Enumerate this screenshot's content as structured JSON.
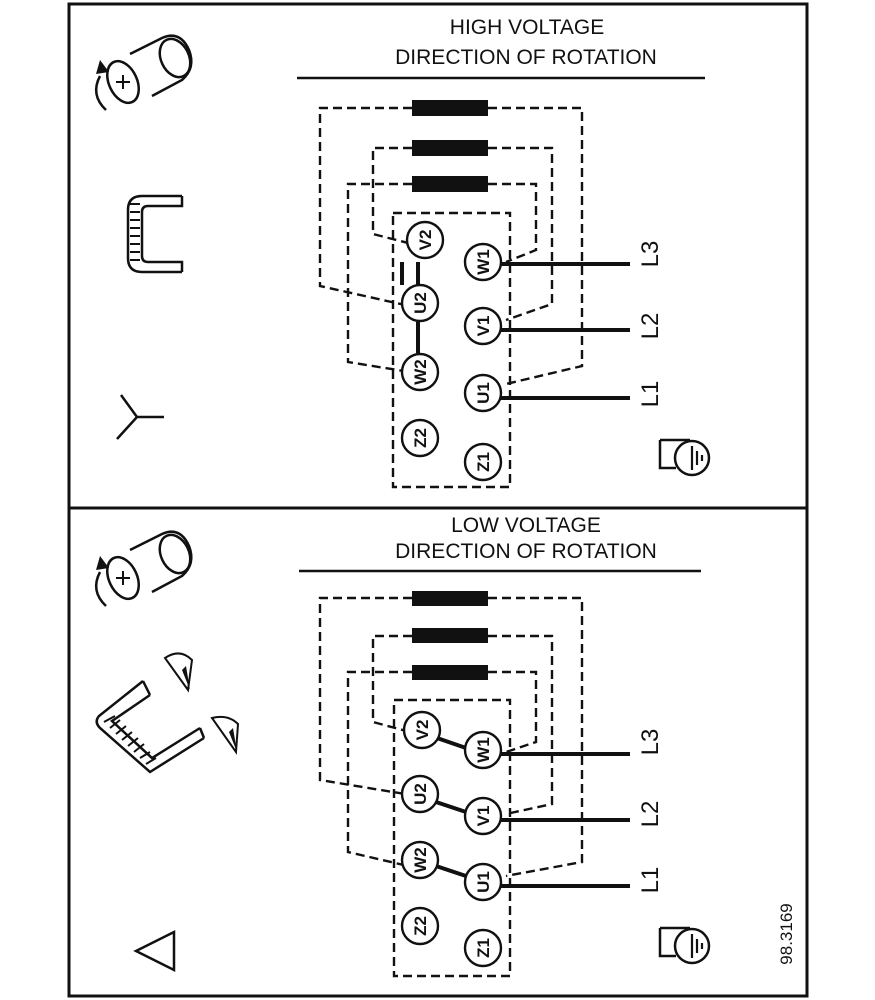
{
  "panels": [
    {
      "title_line1": "HIGH VOLTAGE",
      "title_line2": "DIRECTION OF ROTATION",
      "connection_symbol": "star",
      "terminals": {
        "v2": "V2",
        "u2": "U2",
        "w2": "W2",
        "z2": "Z2",
        "w1": "W1",
        "v1": "V1",
        "u1": "U1",
        "z1": "Z1"
      },
      "lines": {
        "l3": "L3",
        "l2": "L2",
        "l1": "L1"
      }
    },
    {
      "title_line1": "LOW VOLTAGE",
      "title_line2": "DIRECTION OF ROTATION",
      "connection_symbol": "delta",
      "terminals": {
        "v2": "V2",
        "u2": "U2",
        "w2": "W2",
        "z2": "Z2",
        "w1": "W1",
        "v1": "V1",
        "u1": "U1",
        "z1": "Z1"
      },
      "lines": {
        "l3": "L3",
        "l2": "L2",
        "l1": "L1"
      }
    }
  ],
  "reference": "98.3169",
  "icons": [
    "rotation-knob-icon",
    "bridge-link-icon",
    "star-symbol-icon",
    "delta-symbol-icon",
    "ground-terminal-icon"
  ]
}
